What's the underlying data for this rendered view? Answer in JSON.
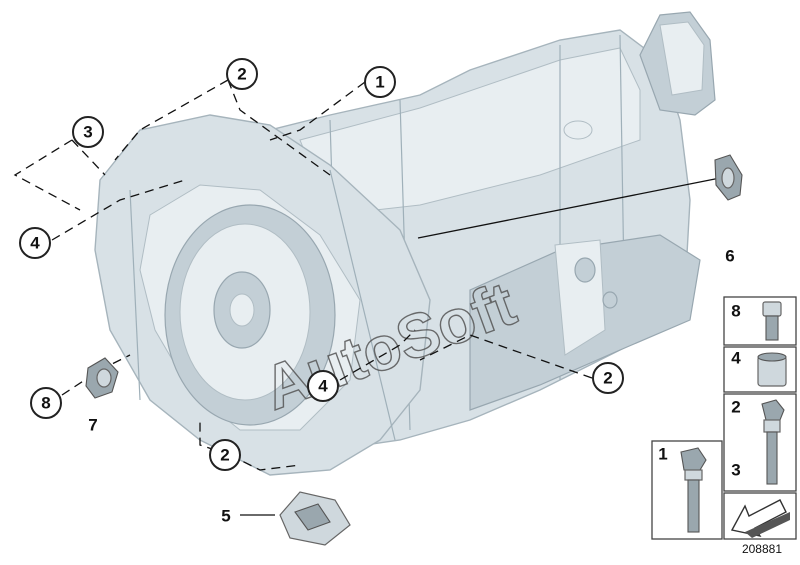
{
  "callouts": [
    {
      "id": "c1",
      "label": "1"
    },
    {
      "id": "c2a",
      "label": "2"
    },
    {
      "id": "c2b",
      "label": "2"
    },
    {
      "id": "c2c",
      "label": "2"
    },
    {
      "id": "c3",
      "label": "3"
    },
    {
      "id": "c4a",
      "label": "4"
    },
    {
      "id": "c4b",
      "label": "4"
    },
    {
      "id": "c8",
      "label": "8"
    }
  ],
  "plain_labels": {
    "five": "5",
    "six": "6",
    "seven": "7"
  },
  "parts_panel": {
    "p8": "8",
    "p4": "4",
    "p2": "2",
    "p3": "3",
    "p1": "1"
  },
  "watermark": "AutoSoft",
  "reference_number": "208881",
  "colors": {
    "housing": "#d8e1e6",
    "outline": "#222222"
  }
}
